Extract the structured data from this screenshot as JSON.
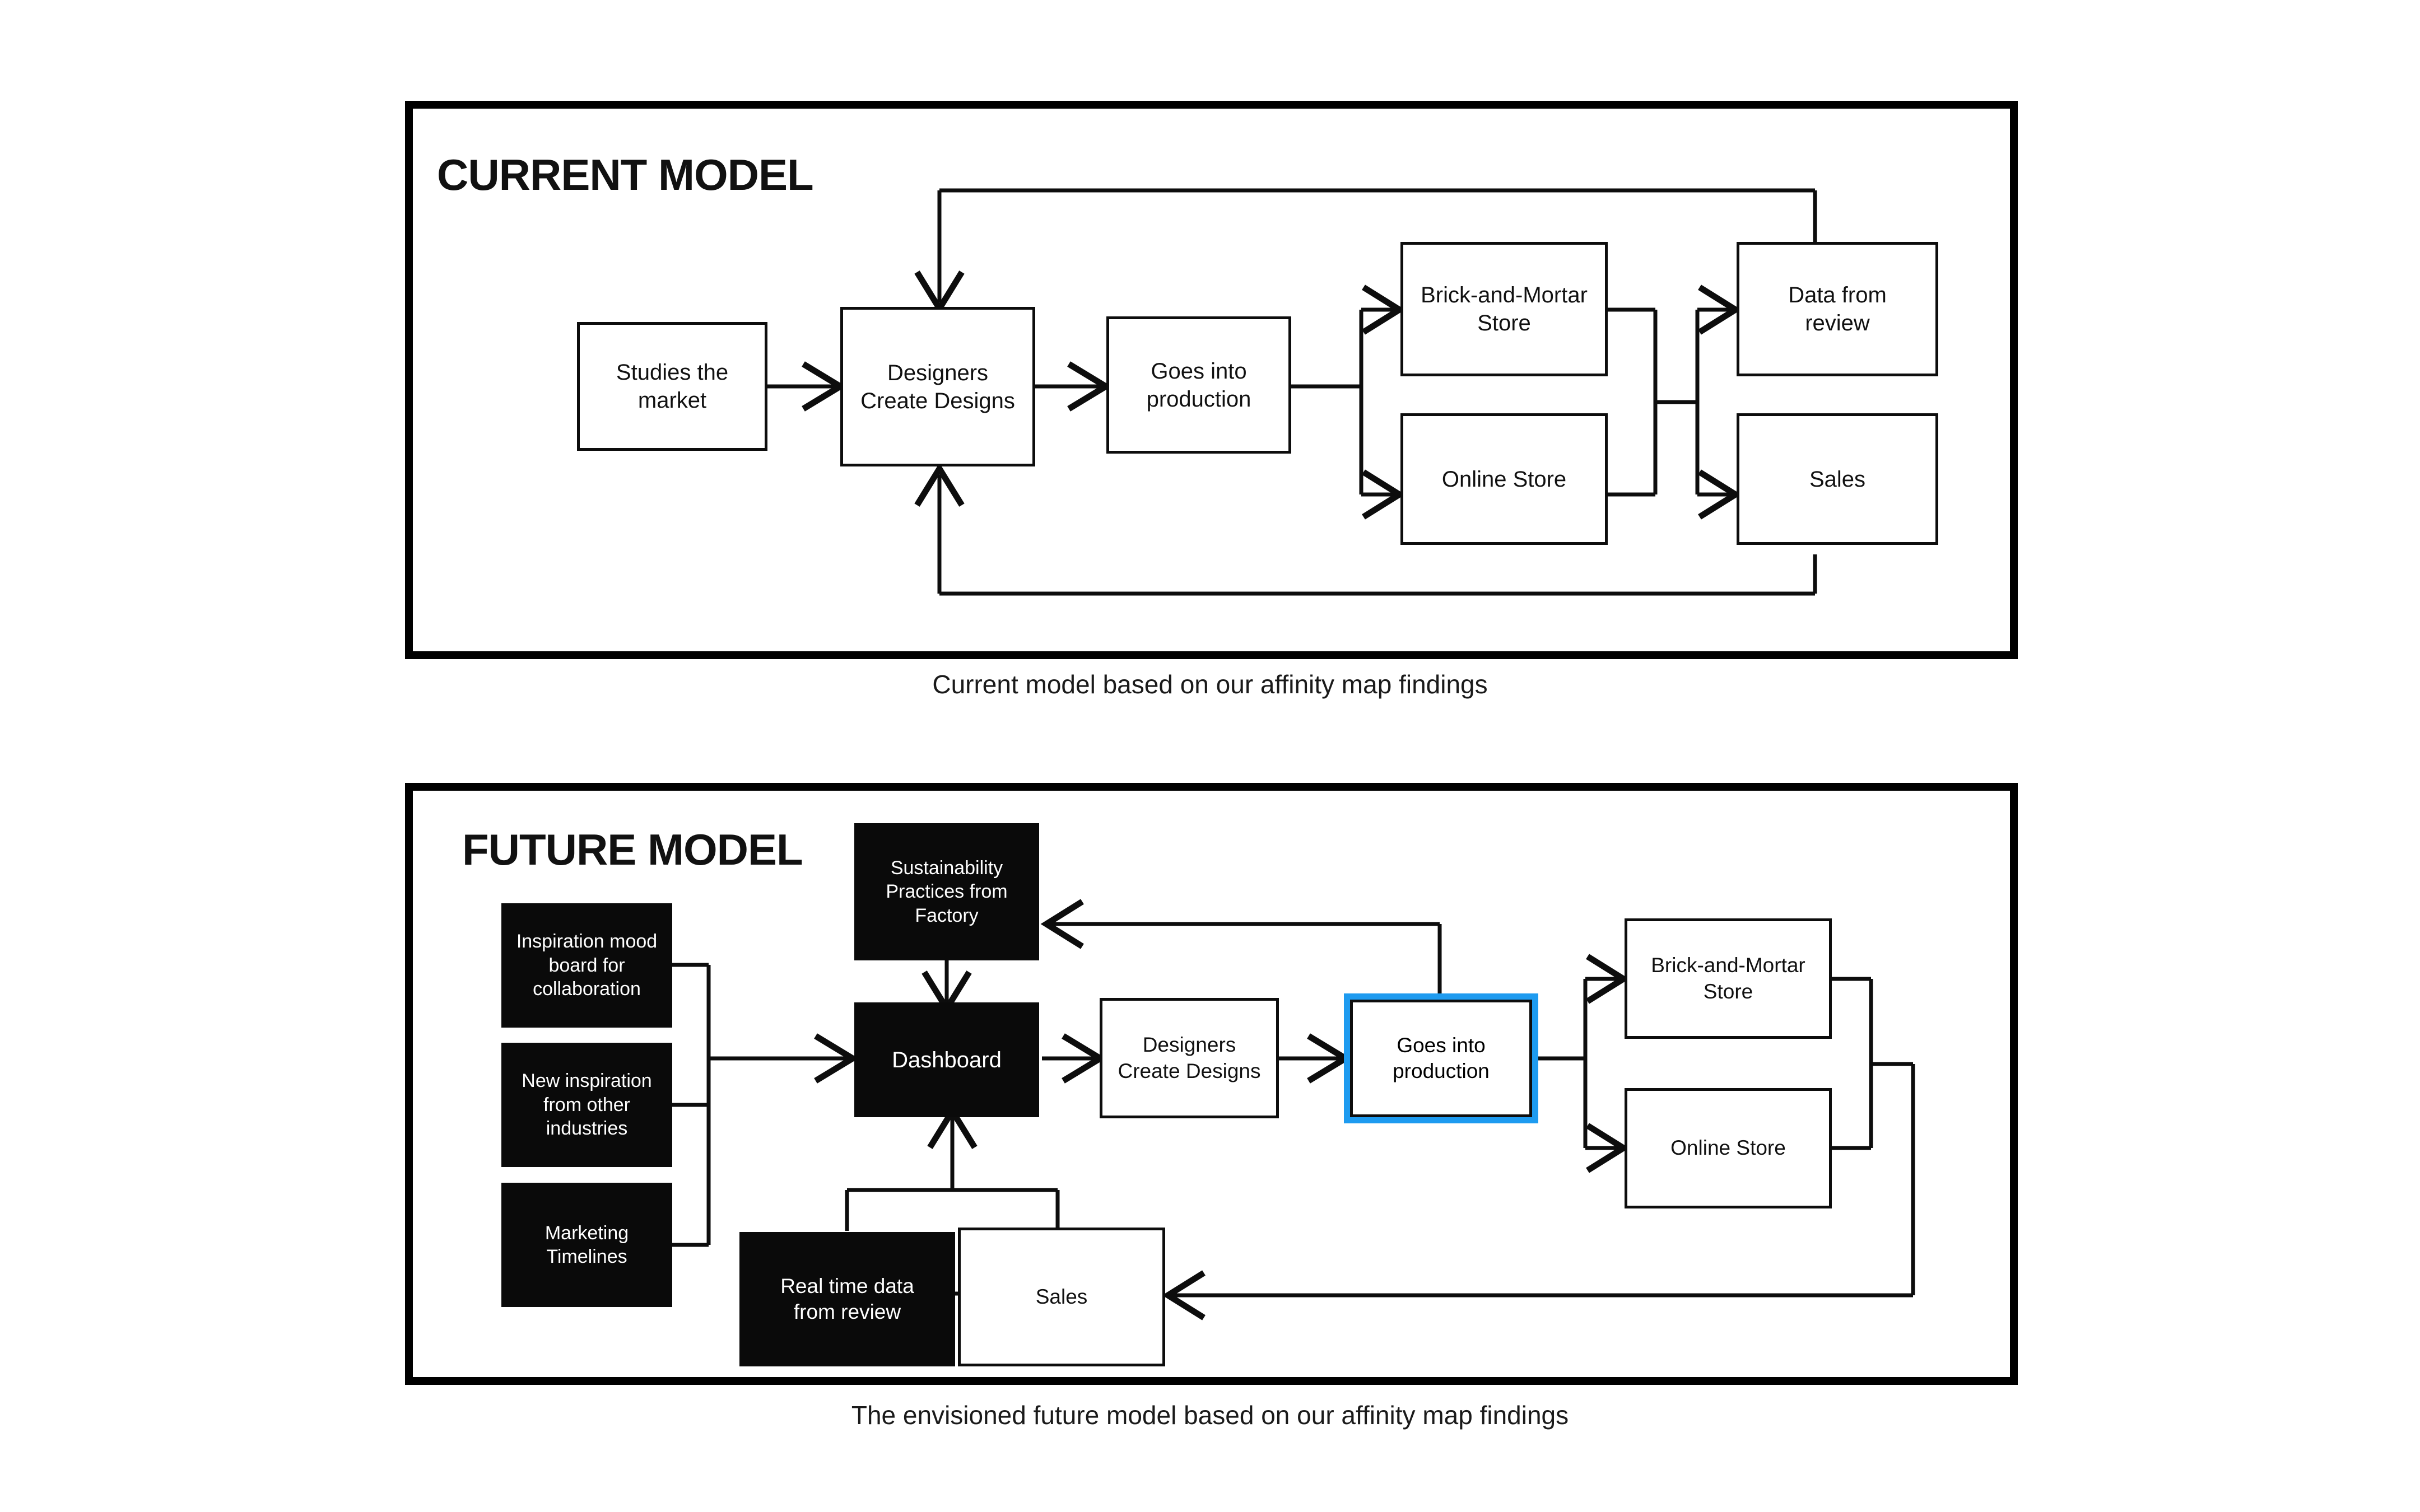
{
  "page": {
    "background": "#ffffff",
    "accent_color": "#1E9BF0",
    "node_fill_black": "#0a0a0a",
    "node_fill_white": "#ffffff",
    "stroke_color": "#0d0d0d"
  },
  "current_model": {
    "title": "CURRENT MODEL",
    "caption": "Current model based on our affinity map findings",
    "nodes": [
      {
        "id": "studies-the-market",
        "label": "Studies the\nmarket",
        "style": "white"
      },
      {
        "id": "designers-create-designs",
        "label": "Designers\nCreate Designs",
        "style": "white"
      },
      {
        "id": "goes-into-production",
        "label": "Goes into\nproduction",
        "style": "white"
      },
      {
        "id": "brick-and-mortar-store",
        "label": "Brick-and-Mortar\nStore",
        "style": "white"
      },
      {
        "id": "online-store",
        "label": "Online Store",
        "style": "white"
      },
      {
        "id": "data-from-review",
        "label": "Data from\nreview",
        "style": "white"
      },
      {
        "id": "sales",
        "label": "Sales",
        "style": "white"
      }
    ],
    "edges": [
      {
        "from": "studies-the-market",
        "to": "designers-create-designs"
      },
      {
        "from": "designers-create-designs",
        "to": "goes-into-production"
      },
      {
        "from": "goes-into-production",
        "to": "brick-and-mortar-store"
      },
      {
        "from": "goes-into-production",
        "to": "online-store"
      },
      {
        "from": "brick-and-mortar-store",
        "to": "data-from-review"
      },
      {
        "from": "brick-and-mortar-store",
        "to": "sales"
      },
      {
        "from": "online-store",
        "to": "data-from-review"
      },
      {
        "from": "online-store",
        "to": "sales"
      },
      {
        "from": "data-from-review",
        "to": "designers-create-designs",
        "kind": "feedback-top"
      },
      {
        "from": "sales",
        "to": "designers-create-designs",
        "kind": "feedback-bottom"
      }
    ]
  },
  "future_model": {
    "title": "FUTURE MODEL",
    "caption": "The envisioned future model based on our affinity map findings",
    "nodes": [
      {
        "id": "inspiration-mood-board",
        "label": "Inspiration mood\nboard for\ncollaboration",
        "style": "black"
      },
      {
        "id": "new-inspiration",
        "label": "New inspiration\nfrom other\nindustries",
        "style": "black"
      },
      {
        "id": "marketing-timelines",
        "label": "Marketing\nTimelines",
        "style": "black"
      },
      {
        "id": "sustainability-practices",
        "label": "Sustainability\nPractices from\nFactory",
        "style": "black"
      },
      {
        "id": "dashboard",
        "label": "Dashboard",
        "style": "black"
      },
      {
        "id": "designers-create-designs",
        "label": "Designers\nCreate Designs",
        "style": "white"
      },
      {
        "id": "goes-into-production",
        "label": "Goes into\nproduction",
        "style": "highlight"
      },
      {
        "id": "brick-and-mortar-store",
        "label": "Brick-and-Mortar\nStore",
        "style": "white"
      },
      {
        "id": "online-store",
        "label": "Online Store",
        "style": "white"
      },
      {
        "id": "real-time-data",
        "label": "Real time data\nfrom review",
        "style": "black"
      },
      {
        "id": "sales",
        "label": "Sales",
        "style": "white"
      }
    ],
    "edges": [
      {
        "from": "inspiration-mood-board",
        "to": "dashboard"
      },
      {
        "from": "new-inspiration",
        "to": "dashboard"
      },
      {
        "from": "marketing-timelines",
        "to": "dashboard"
      },
      {
        "from": "sustainability-practices",
        "to": "dashboard"
      },
      {
        "from": "dashboard",
        "to": "designers-create-designs"
      },
      {
        "from": "designers-create-designs",
        "to": "goes-into-production"
      },
      {
        "from": "goes-into-production",
        "to": "brick-and-mortar-store"
      },
      {
        "from": "goes-into-production",
        "to": "online-store"
      },
      {
        "from": "goes-into-production",
        "to": "sustainability-practices",
        "kind": "feedback-top"
      },
      {
        "from": "brick-and-mortar-store",
        "to": "sales",
        "kind": "feedback-right"
      },
      {
        "from": "online-store",
        "to": "sales",
        "kind": "feedback-right"
      },
      {
        "from": "real-time-data",
        "to": "dashboard",
        "kind": "feedback-up"
      },
      {
        "from": "sales",
        "to": "dashboard",
        "kind": "feedback-up"
      }
    ]
  }
}
